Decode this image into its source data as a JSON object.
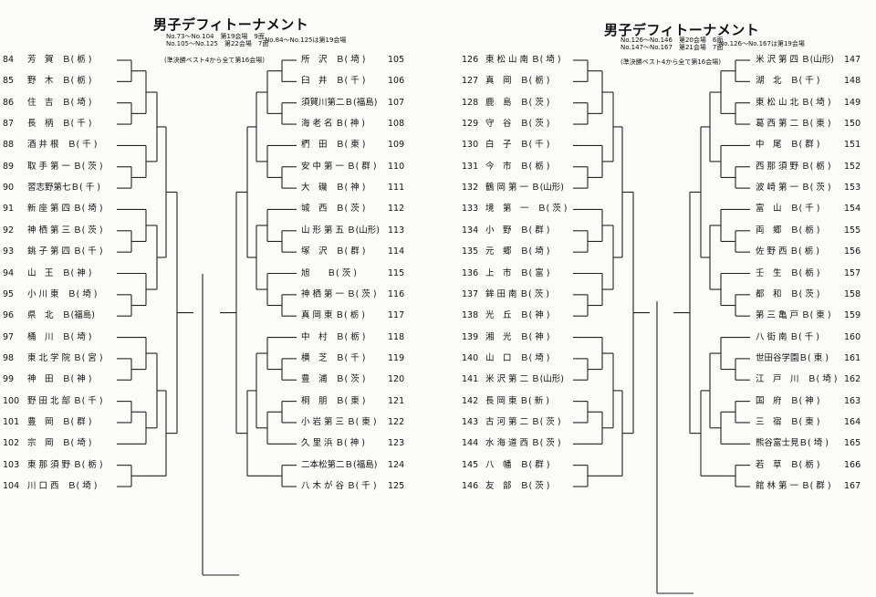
{
  "left_header": {
    "title": "男子デフィトーナメント",
    "line1": "No.73～No.104　第19会場　9面",
    "line2": "No.105～No.125　第22会場　7面",
    "line3": "No.84～No.125は第19会場",
    "note": "(準決勝ベスト4から全て第16会場)"
  },
  "right_header": {
    "title": "男子デフィトーナメント",
    "line1": "No.126～No.146　第20会場　6面",
    "line2": "No.147～No.167　第21会場　7面",
    "line3": "No.126～No.167は第19会場",
    "note": "(準決勝ベスト4から全て第16会場)"
  },
  "col1": [
    {
      "no": "84",
      "name": "芳　賀　Ｂ( 栃 )"
    },
    {
      "no": "85",
      "name": "野　木　Ｂ( 栃 )"
    },
    {
      "no": "86",
      "name": "住　吉　Ｂ( 埼 )"
    },
    {
      "no": "87",
      "name": "長　柄　Ｂ( 千 )"
    },
    {
      "no": "88",
      "name": "酒 井 根　Ｂ( 千 )"
    },
    {
      "no": "89",
      "name": "取 手 第 一 Ｂ( 茨 )"
    },
    {
      "no": "90",
      "name": "習志野第七Ｂ( 千 )"
    },
    {
      "no": "91",
      "name": "新 座 第 四 Ｂ( 埼 )"
    },
    {
      "no": "92",
      "name": "神 栖 第 三 Ｂ( 茨 )"
    },
    {
      "no": "93",
      "name": "銚 子 第 四 Ｂ( 千 )"
    },
    {
      "no": "94",
      "name": "山　王　Ｂ( 神 )"
    },
    {
      "no": "95",
      "name": "小 川 東　Ｂ( 埼 )"
    },
    {
      "no": "96",
      "name": "県　北　Ｂ(福島)"
    },
    {
      "no": "97",
      "name": "桶　川　Ｂ( 埼 )"
    },
    {
      "no": "98",
      "name": "東 北 学 院 Ｂ( 宮 )"
    },
    {
      "no": "99",
      "name": "神　田　Ｂ( 神 )"
    },
    {
      "no": "100",
      "name": "野 田 北 部 Ｂ( 千 )"
    },
    {
      "no": "101",
      "name": "豊　岡　Ｂ( 群 )"
    },
    {
      "no": "102",
      "name": "宗　岡　Ｂ( 埼 )"
    },
    {
      "no": "103",
      "name": "東 那 須 野 Ｂ( 栃 )"
    },
    {
      "no": "104",
      "name": "川 口 西　Ｂ( 埼 )"
    }
  ],
  "col2": [
    {
      "no": "105",
      "name": "所　沢　Ｂ( 埼 )"
    },
    {
      "no": "106",
      "name": "臼　井　Ｂ( 千 )"
    },
    {
      "no": "107",
      "name": "須賀川第二Ｂ(福島)"
    },
    {
      "no": "108",
      "name": "海 老 名 Ｂ( 神 )"
    },
    {
      "no": "109",
      "name": "椚　田　Ｂ( 東 )"
    },
    {
      "no": "110",
      "name": "安 中 第 一 Ｂ( 群 )"
    },
    {
      "no": "111",
      "name": "大　磯　Ｂ( 神 )"
    },
    {
      "no": "112",
      "name": "城　西　Ｂ( 茨 )"
    },
    {
      "no": "113",
      "name": "山 形 第 五 Ｂ(山形)"
    },
    {
      "no": "114",
      "name": "塚　沢　Ｂ( 群 )"
    },
    {
      "no": "115",
      "name": "旭　　Ｂ( 茨 )"
    },
    {
      "no": "116",
      "name": "神 栖 第 一 Ｂ( 茨 )"
    },
    {
      "no": "117",
      "name": "真 岡 東 Ｂ( 栃 )"
    },
    {
      "no": "118",
      "name": "中　村　Ｂ( 栃 )"
    },
    {
      "no": "119",
      "name": "横　芝　Ｂ( 千 )"
    },
    {
      "no": "120",
      "name": "豊　浦　Ｂ( 茨 )"
    },
    {
      "no": "121",
      "name": "桐　朋　Ｂ( 東 )"
    },
    {
      "no": "122",
      "name": "小 岩 第 三 Ｂ( 東 )"
    },
    {
      "no": "123",
      "name": "久 里 浜 Ｂ( 神 )"
    },
    {
      "no": "124",
      "name": "二本松第二Ｂ(福島)"
    },
    {
      "no": "125",
      "name": "八 木 が 谷 Ｂ( 千 )"
    }
  ],
  "col3": [
    {
      "no": "126",
      "name": "東 松 山 南 Ｂ( 埼 )"
    },
    {
      "no": "127",
      "name": "真　岡　Ｂ( 栃 )"
    },
    {
      "no": "128",
      "name": "鹿　島　Ｂ( 茨 )"
    },
    {
      "no": "129",
      "name": "守　谷　Ｂ( 茨 )"
    },
    {
      "no": "130",
      "name": "白　子　Ｂ( 千 )"
    },
    {
      "no": "131",
      "name": "今　市　Ｂ( 栃 )"
    },
    {
      "no": "132",
      "name": "鶴 岡 第 一 Ｂ(山形)"
    },
    {
      "no": "133",
      "name": "境　第　一　Ｂ( 茨 )"
    },
    {
      "no": "134",
      "name": "小　野　Ｂ( 群 )"
    },
    {
      "no": "135",
      "name": "元　郷　Ｂ( 埼 )"
    },
    {
      "no": "136",
      "name": "上　市　Ｂ( 富 )"
    },
    {
      "no": "137",
      "name": "鉾 田 南 Ｂ( 茨 )"
    },
    {
      "no": "138",
      "name": "光　丘　Ｂ( 神 )"
    },
    {
      "no": "139",
      "name": "湘　光　Ｂ( 神 )"
    },
    {
      "no": "140",
      "name": "山　口　Ｂ( 埼 )"
    },
    {
      "no": "141",
      "name": "米 沢 第 二 Ｂ(山形)"
    },
    {
      "no": "142",
      "name": "長 岡 東 Ｂ( 新 )"
    },
    {
      "no": "143",
      "name": "古 河 第 二 Ｂ( 茨 )"
    },
    {
      "no": "144",
      "name": "水 海 道 西 Ｂ( 茨 )"
    },
    {
      "no": "145",
      "name": "八　幡　Ｂ( 群 )"
    },
    {
      "no": "146",
      "name": "友　部　Ｂ( 茨 )"
    }
  ],
  "col4": [
    {
      "no": "147",
      "name": "米 沢 第 四 Ｂ(山形)"
    },
    {
      "no": "148",
      "name": "湖　北　Ｂ( 千 )"
    },
    {
      "no": "149",
      "name": "東 松 山 北 Ｂ( 埼 )"
    },
    {
      "no": "150",
      "name": "葛 西 第 二 Ｂ( 東 )"
    },
    {
      "no": "151",
      "name": "中　尾　Ｂ( 群 )"
    },
    {
      "no": "152",
      "name": "西 那 須 野 Ｂ( 栃 )"
    },
    {
      "no": "153",
      "name": "波 崎 第 一 Ｂ( 茨 )"
    },
    {
      "no": "154",
      "name": "富　山　Ｂ( 千 )"
    },
    {
      "no": "155",
      "name": "両　郷　Ｂ( 栃 )"
    },
    {
      "no": "156",
      "name": "佐 野 西 Ｂ( 栃 )"
    },
    {
      "no": "157",
      "name": "壬　生　Ｂ( 栃 )"
    },
    {
      "no": "158",
      "name": "都　和　Ｂ( 茨 )"
    },
    {
      "no": "159",
      "name": "第 三 亀 戸 Ｂ( 東 )"
    },
    {
      "no": "160",
      "name": "八 街 南 Ｂ( 千 )"
    },
    {
      "no": "161",
      "name": "世田谷学園Ｂ( 東 )"
    },
    {
      "no": "162",
      "name": "江　戸　川　Ｂ( 埼 )"
    },
    {
      "no": "163",
      "name": "国　府　Ｂ( 神 )"
    },
    {
      "no": "164",
      "name": "三　宿　Ｂ( 東 )"
    },
    {
      "no": "165",
      "name": "熊谷富士見Ｂ( 埼 )"
    },
    {
      "no": "166",
      "name": "若　草　Ｂ( 栃 )"
    },
    {
      "no": "167",
      "name": "館 林 第 一 Ｂ( 群 )"
    }
  ]
}
